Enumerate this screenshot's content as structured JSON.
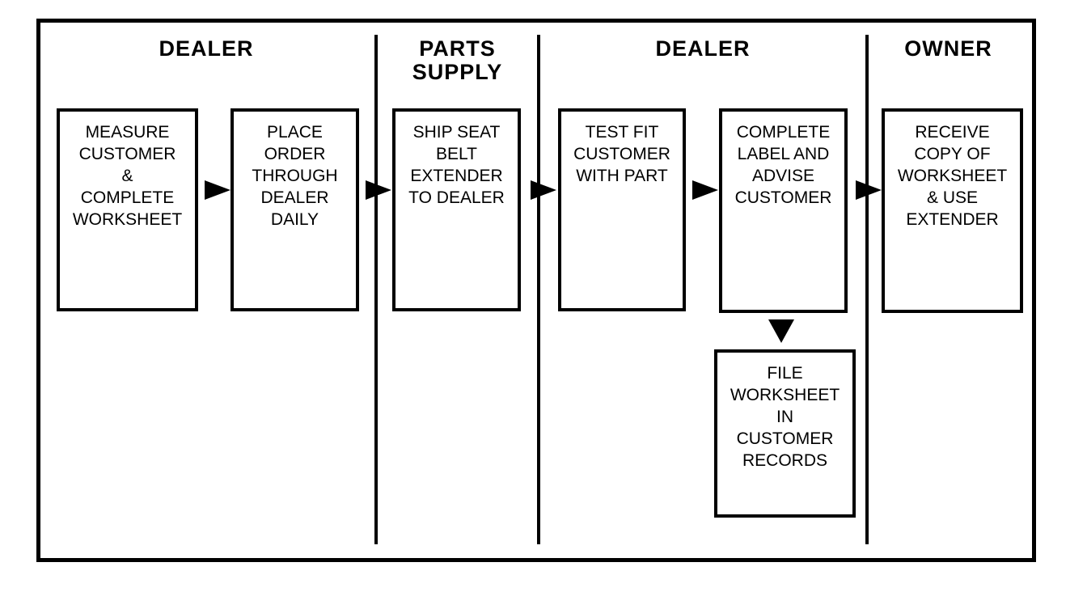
{
  "diagram": {
    "type": "flowchart",
    "colors": {
      "line": "#000000",
      "background": "#ffffff"
    },
    "lanes": [
      {
        "header": "DEALER"
      },
      {
        "header": "PARTS\nSUPPLY"
      },
      {
        "header": "DEALER"
      },
      {
        "header": "OWNER"
      }
    ],
    "boxes": [
      {
        "lane": "DEALER",
        "text": "MEASURE\nCUSTOMER\n&\nCOMPLETE\nWORKSHEET"
      },
      {
        "lane": "DEALER",
        "text": "PLACE\nORDER\nTHROUGH\nDEALER\nDAILY"
      },
      {
        "lane": "PARTS SUPPLY",
        "text": "SHIP SEAT\nBELT\nEXTENDER\nTO DEALER"
      },
      {
        "lane": "DEALER",
        "text": "TEST FIT\nCUSTOMER\nWITH PART"
      },
      {
        "lane": "DEALER",
        "text": "COMPLETE\nLABEL AND\nADVISE\nCUSTOMER"
      },
      {
        "lane": "OWNER",
        "text": "RECEIVE\nCOPY OF\nWORKSHEET\n& USE\nEXTENDER"
      },
      {
        "lane": "DEALER",
        "text": "FILE\nWORKSHEET\nIN\nCUSTOMER\nRECORDS"
      }
    ],
    "connections": [
      {
        "from": 0,
        "to": 1,
        "direction": "right"
      },
      {
        "from": 1,
        "to": 2,
        "direction": "right"
      },
      {
        "from": 2,
        "to": 3,
        "direction": "right"
      },
      {
        "from": 3,
        "to": 4,
        "direction": "right"
      },
      {
        "from": 4,
        "to": 5,
        "direction": "right"
      },
      {
        "from": 4,
        "to": 6,
        "direction": "down"
      }
    ]
  }
}
